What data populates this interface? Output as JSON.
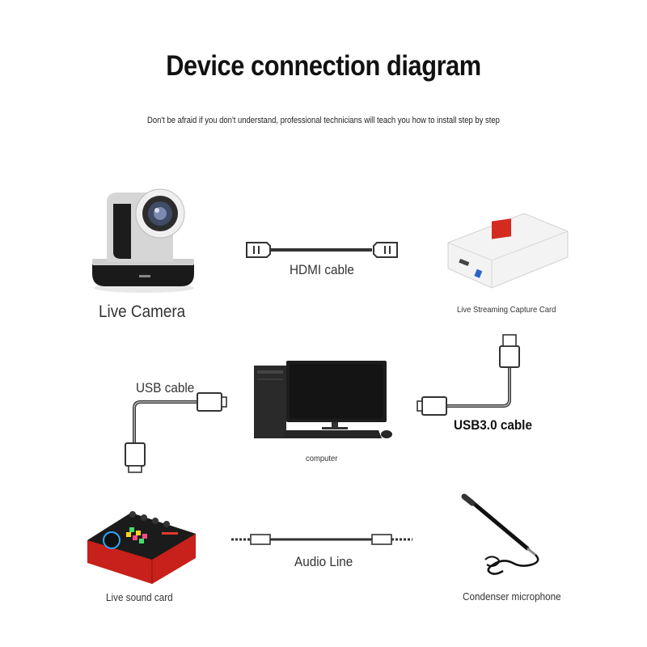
{
  "header": {
    "title": "Device connection diagram",
    "subtitle": "Don't be afraid if you don't understand, professional technicians will teach you how to install step by step"
  },
  "devices": {
    "camera": {
      "label": "Live Camera",
      "icon": "ptz-camera-icon"
    },
    "capture_card": {
      "label": "Live Streaming Capture Card",
      "icon": "capture-card-icon"
    },
    "computer": {
      "label": "computer",
      "icon": "desktop-computer-icon"
    },
    "sound_card": {
      "label": "Live sound card",
      "icon": "sound-card-icon"
    },
    "microphone": {
      "label": "Condenser microphone",
      "icon": "condenser-microphone-icon"
    }
  },
  "cables": {
    "hdmi": {
      "label": "HDMI cable",
      "icon": "hdmi-cable-icon"
    },
    "usb": {
      "label": "USB cable",
      "icon": "usb-cable-icon"
    },
    "usb3": {
      "label": "USB3.0 cable",
      "icon": "usb3-cable-icon"
    },
    "audio": {
      "label": "Audio Line",
      "icon": "audio-line-icon"
    }
  },
  "colors": {
    "sound_card_red": "#c8201a",
    "capture_card_badge": "#d42a1f",
    "usb3_port": "#2b63c9"
  }
}
